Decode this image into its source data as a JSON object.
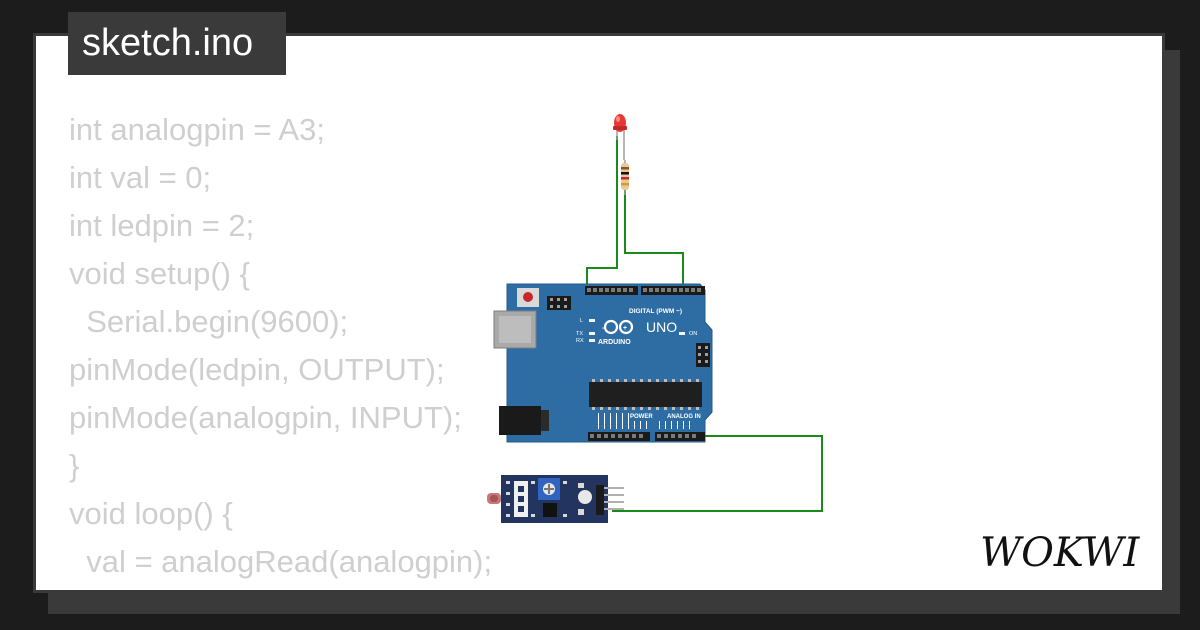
{
  "file_tab": {
    "label": "sketch.ino"
  },
  "code_lines": [
    "int analogpin = A3;",
    "int val = 0;",
    "int ledpin = 2;",
    "void setup() {",
    "  Serial.begin(9600);",
    "",
    "pinMode(ledpin, OUTPUT);",
    "pinMode(analogpin, INPUT);",
    "}",
    "void loop() {",
    "  val = analogRead(analogpin);"
  ],
  "board": {
    "model": "UNO",
    "brand": "ARDUINO",
    "digital_header": "DIGITAL (PWM ~)",
    "power_header": "POWER",
    "analog_header": "ANALOG IN",
    "on_label": "ON",
    "led_labels": [
      "L",
      "TX",
      "RX"
    ]
  },
  "brand": {
    "logo_text": "WOKWI"
  },
  "colors": {
    "board": "#2e6da4",
    "wire": "#1a8a1a",
    "led": "#e53935",
    "sensor_board": "#23355f",
    "frame": "#3a3a3a",
    "code_text": "#cfcfcf"
  },
  "icons": {
    "led": "red-led-icon",
    "resistor": "resistor-icon",
    "sensor": "ldr-sensor-module-icon"
  }
}
